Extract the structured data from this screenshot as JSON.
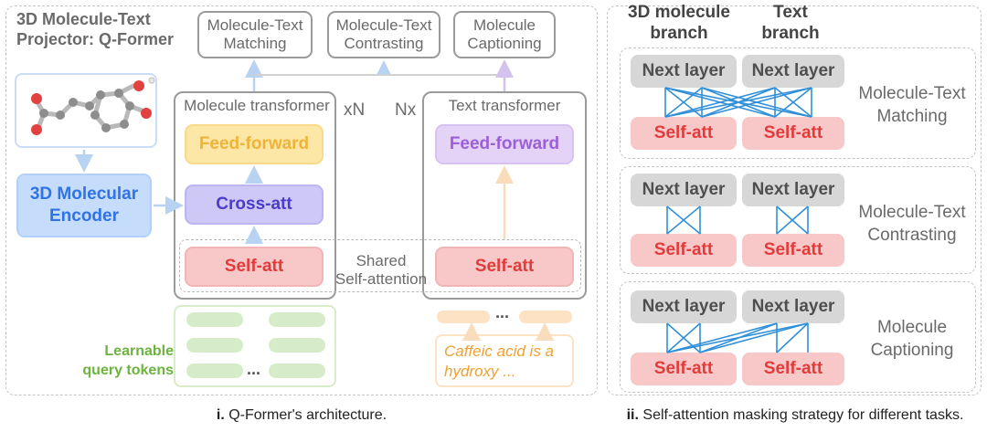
{
  "left_panel": {
    "title_line1": "3D Molecule-Text",
    "title_line2": "Projector: Q-Former",
    "tasks": [
      "Molecule-Text",
      "Matching",
      "Molecule-Text",
      "Contrasting",
      "Molecule",
      "Captioning"
    ],
    "encoder_line1": "3D Molecular",
    "encoder_line2": "Encoder",
    "mol_transformer_label": "Molecule transformer",
    "text_transformer_label": "Text transformer",
    "xN": "xN",
    "Nx": "Nx",
    "feed_forward": "Feed-forward",
    "cross_att": "Cross-att",
    "self_att": "Self-att",
    "shared_line1": "Shared",
    "shared_line2": "Self-attention",
    "query_line1": "Learnable",
    "query_line2": "query tokens",
    "ellipsis": "...",
    "caption_line1": "Caffeic acid is a",
    "caption_line2": "hydroxy ...",
    "caption_i_bold": "i.",
    "caption_i_text": "Q-Former's architecture."
  },
  "right_panel": {
    "branch1_line1": "3D molecule",
    "branch1_line2": "branch",
    "branch2_line1": "Text",
    "branch2_line2": "branch",
    "next_layer": "Next layer",
    "self_att": "Self-att",
    "task1_line1": "Molecule-Text",
    "task1_line2": "Matching",
    "task2_line1": "Molecule-Text",
    "task2_line2": "Contrasting",
    "task3_line1": "Molecule",
    "task3_line2": "Captioning",
    "caption_ii_bold": "ii.",
    "caption_ii_text": "Self-attention masking strategy for different tasks."
  },
  "colors": {
    "feed_forward_yellow": "#fde7a6",
    "feed_forward_purple": "#e4d3f6",
    "cross_att": "#cdc8f5",
    "self_att": "#f8c7c7",
    "encoder": "#c6dcfb",
    "query_green": "#d6ecc8",
    "text_orange": "#fde2c4",
    "mask_lines": "#2f8fd8"
  }
}
